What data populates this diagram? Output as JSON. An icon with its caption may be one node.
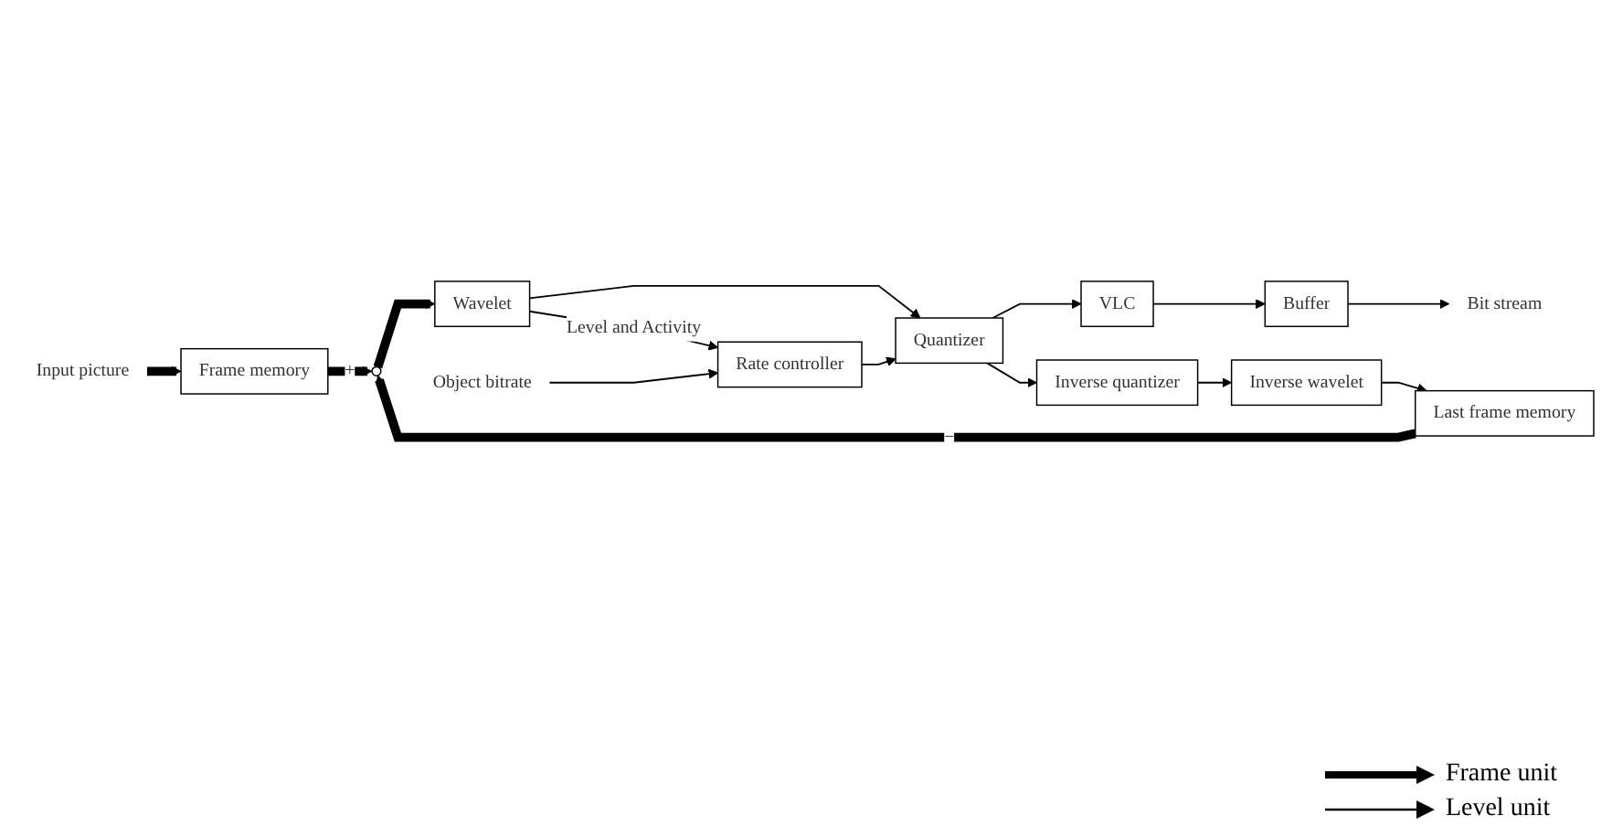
{
  "diagram": {
    "nodes": [
      {
        "text": [
          "Input picture"
        ]
      },
      {
        "text": [
          "Frame memory"
        ]
      },
      {
        "text": [],
        "shape": "circle"
      },
      {
        "text": [
          "Wavelet"
        ]
      },
      {
        "text": [
          "Rate controller"
        ]
      },
      {
        "text": [
          "Object bitrate"
        ]
      },
      {
        "text": [
          "Quantizer"
        ]
      },
      {
        "text": [
          "VLC"
        ]
      },
      {
        "text": [
          "Buffer"
        ]
      },
      {
        "text": [
          "Bit stream"
        ]
      },
      {
        "text": [
          "Inverse quantizer"
        ]
      },
      {
        "text": [
          "Inverse wavelet"
        ]
      },
      {
        "text": [
          "Last frame memory"
        ]
      }
    ],
    "edges": [
      {
        "from": 0,
        "to": 1,
        "arrow": "to",
        "style": "thick"
      },
      {
        "from": 1,
        "to": 2,
        "arrow": "to",
        "style": "thick",
        "label": "+"
      },
      {
        "from": 2,
        "to": 3,
        "arrow": "to",
        "style": "thick"
      },
      {
        "from": 3,
        "to": 6,
        "arrow": "to"
      },
      {
        "from": 3,
        "to": 4,
        "arrow": "to",
        "label": "Level and  Activity"
      },
      {
        "from": 5,
        "to": 4,
        "arrow": "to"
      },
      {
        "from": 4,
        "to": 6,
        "arrow": "to"
      },
      {
        "from": 6,
        "to": 7,
        "arrow": "to"
      },
      {
        "from": 7,
        "to": 8,
        "arrow": "to"
      },
      {
        "from": 8,
        "to": 9,
        "arrow": "to"
      },
      {
        "from": 6,
        "to": 10,
        "arrow": "to"
      },
      {
        "from": 10,
        "to": 11,
        "arrow": "to"
      },
      {
        "from": 11,
        "to": 12,
        "arrow": "to"
      },
      {
        "from": 12,
        "to": 2,
        "arrow": "to",
        "style": "thick",
        "label": "−"
      }
    ],
    "legend": [
      {
        "text": "Frame unit"
      },
      {
        "text": "Level  unit"
      }
    ]
  }
}
